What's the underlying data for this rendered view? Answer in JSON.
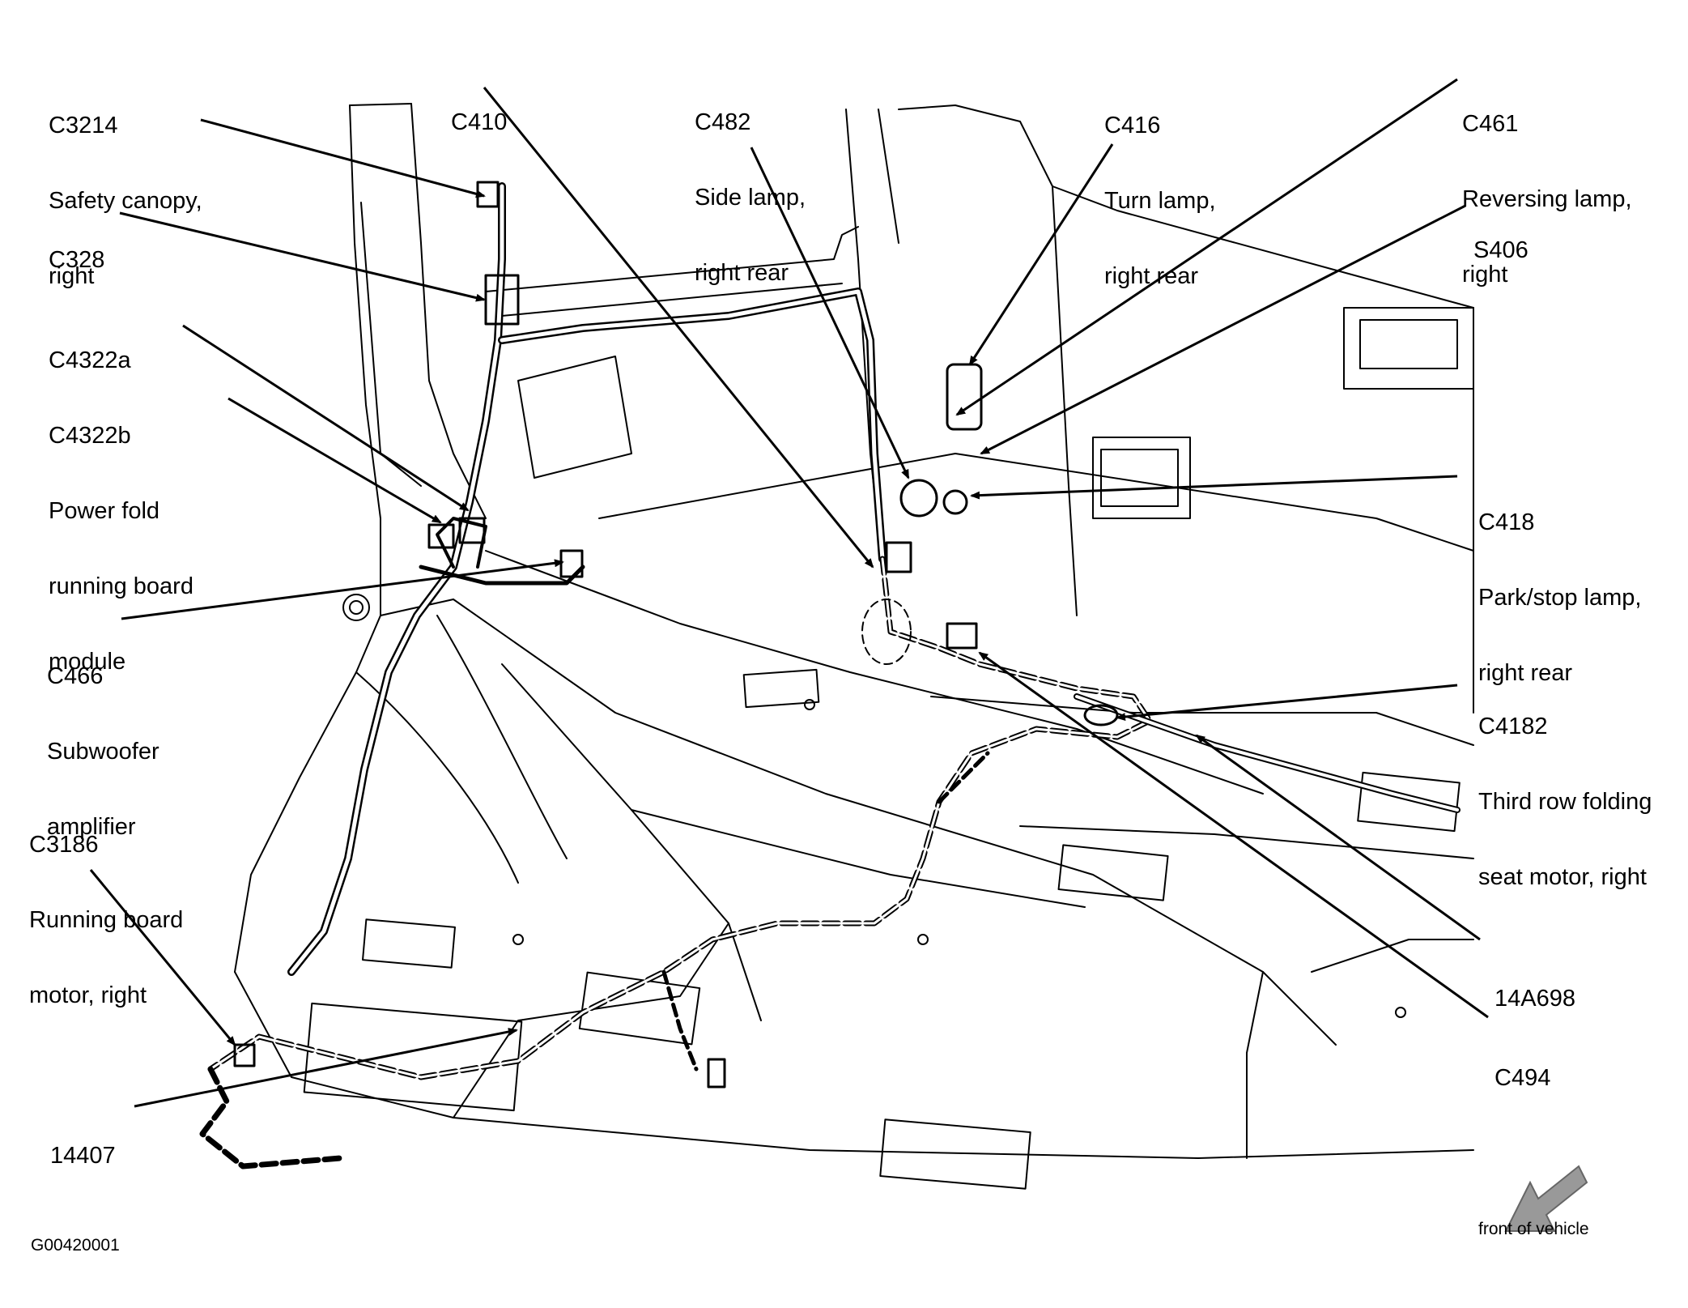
{
  "diagram": {
    "figure_id": "G00420001",
    "orientation": "front of vehicle",
    "labels": [
      {
        "key": "c3214",
        "code": "C3214",
        "lines": [
          "Safety canopy,",
          "right"
        ]
      },
      {
        "key": "c410",
        "code": "C410",
        "lines": []
      },
      {
        "key": "c482",
        "code": "C482",
        "lines": [
          "Side lamp,",
          "right rear"
        ]
      },
      {
        "key": "c416",
        "code": "C416",
        "lines": [
          "Turn lamp,",
          "right rear"
        ]
      },
      {
        "key": "c461",
        "code": "C461",
        "lines": [
          "Reversing lamp,",
          "right"
        ]
      },
      {
        "key": "s406",
        "code": "S406",
        "lines": []
      },
      {
        "key": "c328",
        "code": "C328",
        "lines": []
      },
      {
        "key": "c4322",
        "code": "C4322a",
        "lines": [
          "C4322b",
          "Power fold",
          "running board",
          "module"
        ]
      },
      {
        "key": "c418",
        "code": "C418",
        "lines": [
          "Park/stop lamp,",
          "right rear"
        ]
      },
      {
        "key": "c466",
        "code": "C466",
        "lines": [
          "Subwoofer",
          "amplifier"
        ]
      },
      {
        "key": "c4182",
        "code": "C4182",
        "lines": [
          "Third row folding",
          "seat motor, right"
        ]
      },
      {
        "key": "c3186",
        "code": "C3186",
        "lines": [
          "Running board",
          "motor, right"
        ]
      },
      {
        "key": "14a698",
        "code": "14A698",
        "lines": []
      },
      {
        "key": "c494",
        "code": "C494",
        "lines": []
      },
      {
        "key": "14407",
        "code": "14407",
        "lines": []
      }
    ]
  }
}
